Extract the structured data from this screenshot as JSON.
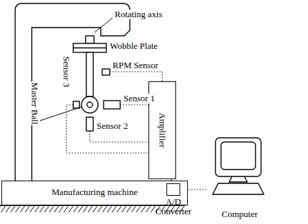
{
  "diagram": {
    "nodes": [
      {
        "text": [
          "Manufacturing machine"
        ]
      },
      {
        "text": [
          "Amplifier"
        ]
      },
      {
        "text": [
          "A/D Converter"
        ]
      },
      {
        "text": [
          "Computer"
        ]
      }
    ],
    "edges": [
      {
        "from": 1,
        "to": 2,
        "arrow": "none"
      },
      {
        "from": 2,
        "to": 3,
        "arrow": "none"
      }
    ],
    "labels": [
      "Rotating axis",
      "Wobble Plate",
      "RPM Sensor",
      "Sensor 3",
      "Sensor 1",
      "Sensor 2",
      "Master Ball"
    ]
  }
}
